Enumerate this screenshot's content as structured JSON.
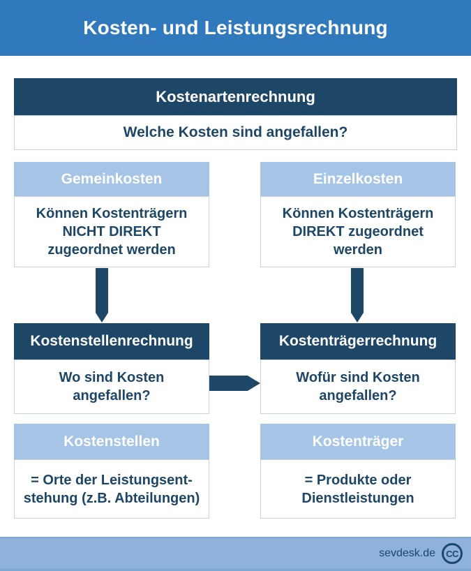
{
  "header": {
    "title": "Kosten- und Leistungsrechnung"
  },
  "boxes": {
    "kostenarten": {
      "title": "Kostenartenrechnung",
      "text": "Welche Kosten sind angefallen?"
    },
    "gemeinkosten": {
      "title": "Gemeinkosten",
      "text": "Können Kostenträgern\nNICHT DIREKT\nzugeordnet werden"
    },
    "einzelkosten": {
      "title": "Einzelkosten",
      "text": "Können Kostenträgern\nDIREKT zugeordnet\nwerden"
    },
    "kostenstellenrechnung": {
      "title": "Kostenstellenrechnung",
      "text": "Wo sind Kosten\nangefallen?"
    },
    "kostentraegerrechnung": {
      "title": "Kostenträgerrechnung",
      "text": "Wofür sind Kosten\nangefallen?"
    },
    "kostenstellen": {
      "title": "Kostenstellen",
      "text": "= Orte der Leistungsent-\nstehung (z.B. Abteilungen)"
    },
    "kostentraeger": {
      "title": "Kostenträger",
      "text": "= Produkte oder\nDienstleistungen"
    }
  },
  "footer": {
    "brand": "sevdesk.de",
    "cc": "CC"
  },
  "colors": {
    "header_blue": "#3079bc",
    "dark_navy": "#1d4667",
    "light_blue": "#a5c4e6",
    "footer_blue": "#8fb2dd",
    "footer_edge": "#7da6d4",
    "text_navy": "#1d4667",
    "box_border": "#cdd2d7"
  }
}
